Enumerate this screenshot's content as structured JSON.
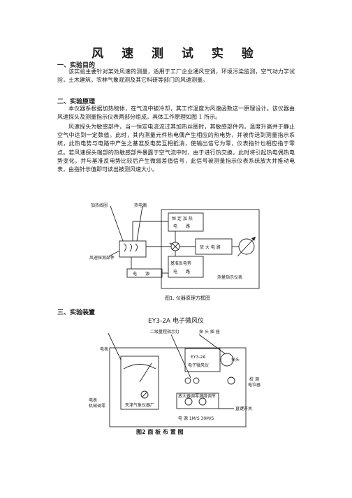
{
  "title": "风 速 测 试 实 验",
  "sections": [
    {
      "heading": "一、实验目的",
      "paragraphs": [
        "该实验主要针对某处风速的测量，适用于工厂企业通风空调，环境污染监测，空气动力学试验，土木建筑，农林气象观测及其它科研等部门的风速测量。"
      ]
    },
    {
      "heading": "二、实验原理",
      "paragraphs": [
        "本仪器系根据加热物体，在气流中被冷却，其工作温度为风速函数这一原理设计。该仪器由风速探头及测量指示仪表两部分组成，具体工作原理如图 1 所示。",
        "风速探头为敏感部件，当一恒定电流流过其加热丝圈时，其敏感部件内，温度升高并于静止空气中达到一定数值。此时，其内测量元件热电偶产生相应的热电势，并被传送到测量指示系统，此热电势与电路中产生之基准反电势互相抵消，使输出信号为零，仪表指针也相应指于零点。若风速探头端部的热敏感部件暴露于空气流中时，由于进行热交换，此时将引起热电偶热电势变化，并与基准反电势比较后产生微弱差值信号，此信号被测量指示仪表系统放大并推动电表，由指针示值即可读出被测风速大小。"
      ]
    },
    {
      "heading": "三、实验装置"
    }
  ],
  "figure1": {
    "labels": {
      "heater": "加热线圈",
      "thermocouple": "热电偶",
      "constant_current_1": "恒 定 加 热",
      "constant_current_2": "电　　路",
      "probe_part": "风速探测部件",
      "power": "电　　源",
      "reference_1": "基准反电势",
      "reference_2": "电　　路",
      "amplifier": "放 大 电 路",
      "indicator": "测量指示仪表",
      "plus": "+",
      "minus": "-"
    },
    "caption": "图1. 仪器原理方框图"
  },
  "device_title": "EY3-2A 电子微风仪",
  "figure2": {
    "labels": {
      "range_lamp": "二级量程指示灯",
      "probe_socket": "探 头 插 座",
      "meter": "电表",
      "model": "EY3-2A",
      "product_name": "电子微风仪",
      "probe": "探头",
      "calibration_1": "校 调",
      "calibration_2": "电位器",
      "zero_adjust_1": "电表",
      "zero_adjust_2": "机械调零",
      "manufacturer": "天津气象仪器厂",
      "amp_adjust": "放大器调零",
      "full_adjust": "满度调节",
      "dc_switch": "直键开关",
      "range_switch": "电 源 1M/S 30M/S"
    },
    "caption": "图2  面 板 布 置 图"
  }
}
